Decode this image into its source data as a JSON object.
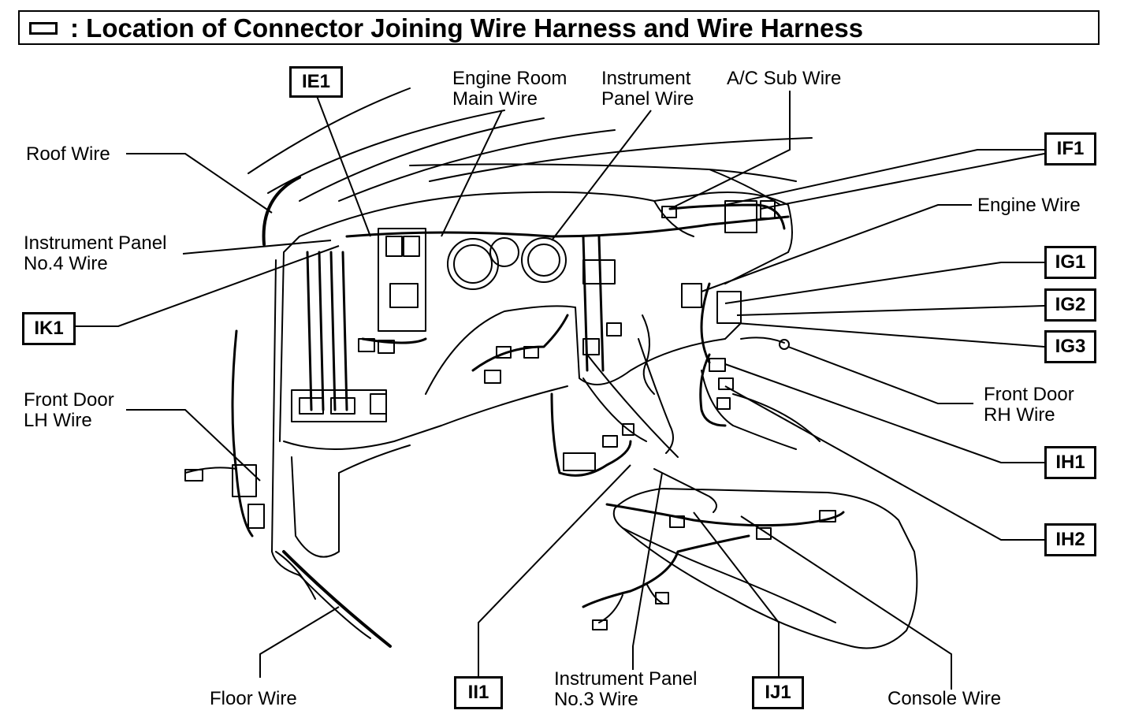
{
  "title": ": Location of Connector Joining Wire Harness and Wire Harness",
  "wire_labels": {
    "engine_room_main_1": "Engine Room",
    "engine_room_main_2": "Main Wire",
    "instrument_panel_1": "Instrument",
    "instrument_panel_2": "Panel Wire",
    "ac_sub": "A/C Sub Wire",
    "roof": "Roof Wire",
    "engine": "Engine Wire",
    "ip_no4_1": "Instrument Panel",
    "ip_no4_2": "No.4 Wire",
    "front_door_lh_1": "Front Door",
    "front_door_lh_2": "LH Wire",
    "front_door_rh_1": "Front Door",
    "front_door_rh_2": "RH Wire",
    "floor": "Floor Wire",
    "ip_no3_1": "Instrument Panel",
    "ip_no3_2": "No.3 Wire",
    "console": "Console Wire"
  },
  "connectors": {
    "ie1": "IE1",
    "if1": "IF1",
    "ik1": "IK1",
    "ig1": "IG1",
    "ig2": "IG2",
    "ig3": "IG3",
    "ih1": "IH1",
    "ih2": "IH2",
    "ii1": "II1",
    "ij1": "IJ1"
  }
}
